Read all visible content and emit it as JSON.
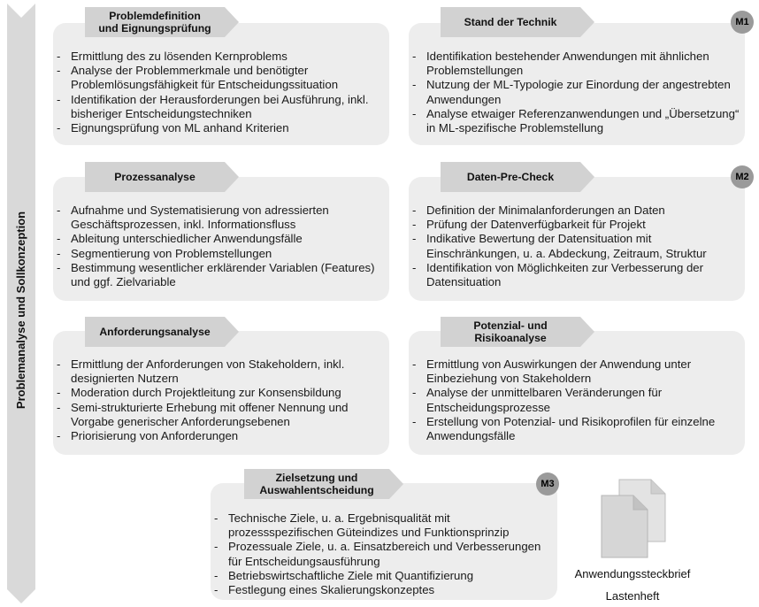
{
  "sidebar": {
    "label": "Problemanalyse und Sollkonzeption"
  },
  "boxes": [
    {
      "title": "Problemdefinition\nund Eignungsprüfung",
      "badge": "",
      "items": [
        "Ermittlung des zu lösenden Kernproblems",
        "Analyse der Problemmerkmale und benötigter Problemlösungsfähigkeit für Entscheidungssituation",
        "Identifikation der Herausforderungen bei Ausführung, inkl. bisheriger Entscheidungstechniken",
        "Eignungsprüfung von ML anhand Kriterien"
      ]
    },
    {
      "title": "Stand der Technik",
      "badge": "M1",
      "items": [
        "Identifikation bestehender Anwendungen mit ähnlichen Problemstellungen",
        "Nutzung der ML-Typologie zur Einordung der angestrebten Anwendungen",
        "Analyse etwaiger Referenzanwendungen und „Übersetzung“ in ML-spezifische Problemstellung"
      ]
    },
    {
      "title": "Prozessanalyse",
      "badge": "",
      "items": [
        "Aufnahme und Systematisierung von adressierten Geschäftsprozessen, inkl. Informationsfluss",
        "Ableitung unterschiedlicher Anwendungsfälle",
        "Segmentierung von Problemstellungen",
        "Bestimmung wesentlicher erklärender Variablen (Features) und ggf. Zielvariable"
      ]
    },
    {
      "title": "Daten-Pre-Check",
      "badge": "M2",
      "items": [
        "Definition der Minimalanforderungen an Daten",
        "Prüfung der Datenverfügbarkeit für Projekt",
        "Indikative Bewertung der Datensituation mit Einschränkungen, u. a. Abdeckung, Zeitraum, Struktur",
        "Identifikation von Möglichkeiten zur Verbesserung der Datensituation"
      ]
    },
    {
      "title": "Anforderungsanalyse",
      "badge": "",
      "items": [
        "Ermittlung der Anforderungen von Stakeholdern, inkl. designierten Nutzern",
        "Moderation durch Projektleitung zur Konsensbildung",
        "Semi-strukturierte Erhebung mit offener Nennung und Vorgabe generischer Anforderungsebenen",
        "Priorisierung von Anforderungen"
      ]
    },
    {
      "title": "Potenzial- und\nRisikoanalyse",
      "badge": "",
      "items": [
        "Ermittlung von Auswirkungen der Anwendung unter Einbeziehung von Stakeholdern",
        "Analyse der unmittelbaren Veränderungen für Entscheidungsprozesse",
        "Erstellung von Potenzial- und Risikoprofilen für einzelne Anwendungsfälle"
      ]
    },
    {
      "title": "Zielsetzung und\nAuswahlentscheidung",
      "badge": "M3",
      "items": [
        "Technische Ziele, u. a. Ergebnisqualität mit prozessspezifischen Güteindizes und Funktionsprinzip",
        "Prozessuale Ziele, u. a. Einsatzbereich und Verbesserungen für Entscheidungsausführung",
        "Betriebswirtschaftliche Ziele mit Quantifizierung",
        "Festlegung eines Skalierungskonzeptes"
      ]
    }
  ],
  "documents": {
    "icon": "document-stack-icon",
    "caption1": "Anwendungssteckbrief",
    "caption2": "Lastenheft"
  }
}
